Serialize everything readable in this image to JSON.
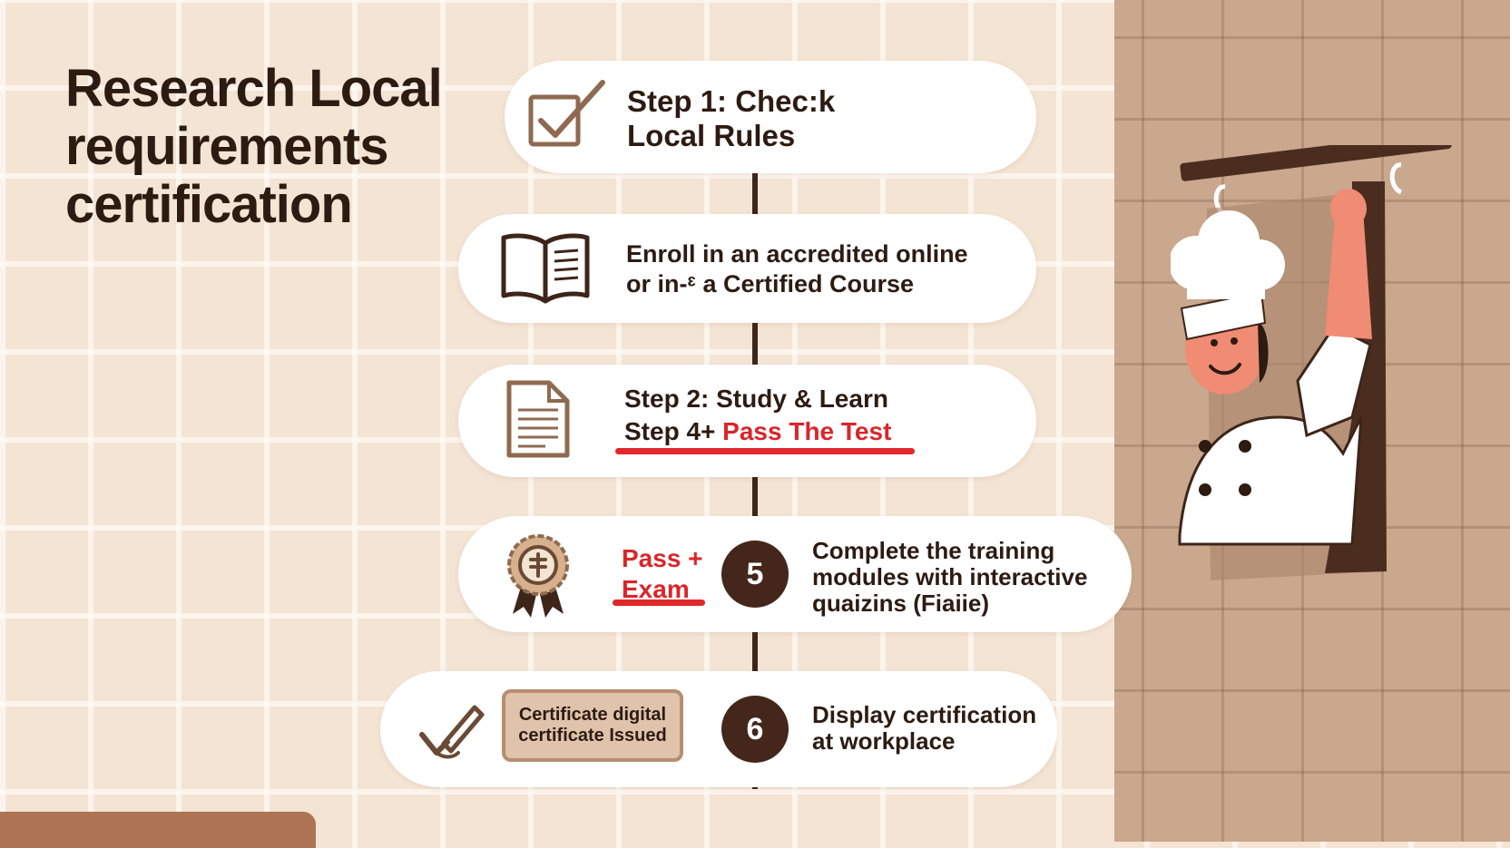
{
  "title": "Research Local requirements certification",
  "steps": [
    {
      "icon": "checkbox-check-icon",
      "lines": [
        "Step 1: Chec:k",
        "Local Rules"
      ]
    },
    {
      "icon": "open-book-icon",
      "lines": [
        "Enroll in an accredited online",
        "or in-ᵋ a Certified Course"
      ]
    },
    {
      "icon": "document-icon",
      "line1": "Step 2: Study & Learn",
      "line2_dark": "Step 4+ ",
      "line2_red": "Pass The Test"
    },
    {
      "icon": "award-ribbon-icon",
      "badge_lines": [
        "Pass +",
        "Exam"
      ],
      "number": "5",
      "lines": [
        "Complete the training",
        "modules with interactive",
        "quaizins (Fiaiie)"
      ]
    },
    {
      "icon": "pen-check-icon",
      "certificate_lines": [
        "Certificate digital",
        "certificate Issued"
      ],
      "number": "6",
      "lines": [
        "Display certification",
        "at workplace"
      ]
    }
  ],
  "colors": {
    "accent_red": "#d9262a",
    "dark_brown": "#44271a",
    "wall": "#c9a88e",
    "tile": "#f4e4d4"
  }
}
